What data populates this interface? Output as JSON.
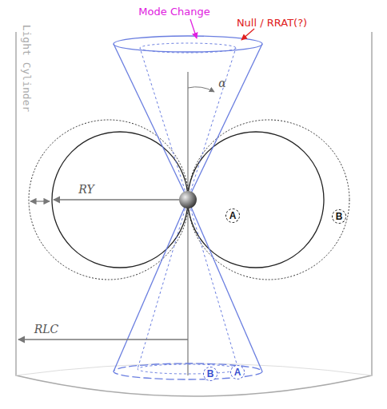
{
  "diagram": {
    "nodes": [
      {
        "text": [
          "A"
        ]
      },
      {
        "text": [
          "B"
        ]
      },
      {
        "text": [
          "B"
        ]
      },
      {
        "text": [
          "A"
        ]
      }
    ],
    "labels": [
      "Mode Change",
      "Null / RRAT(?)",
      "Light Cylinder",
      "α",
      "RY",
      "RLC"
    ]
  }
}
